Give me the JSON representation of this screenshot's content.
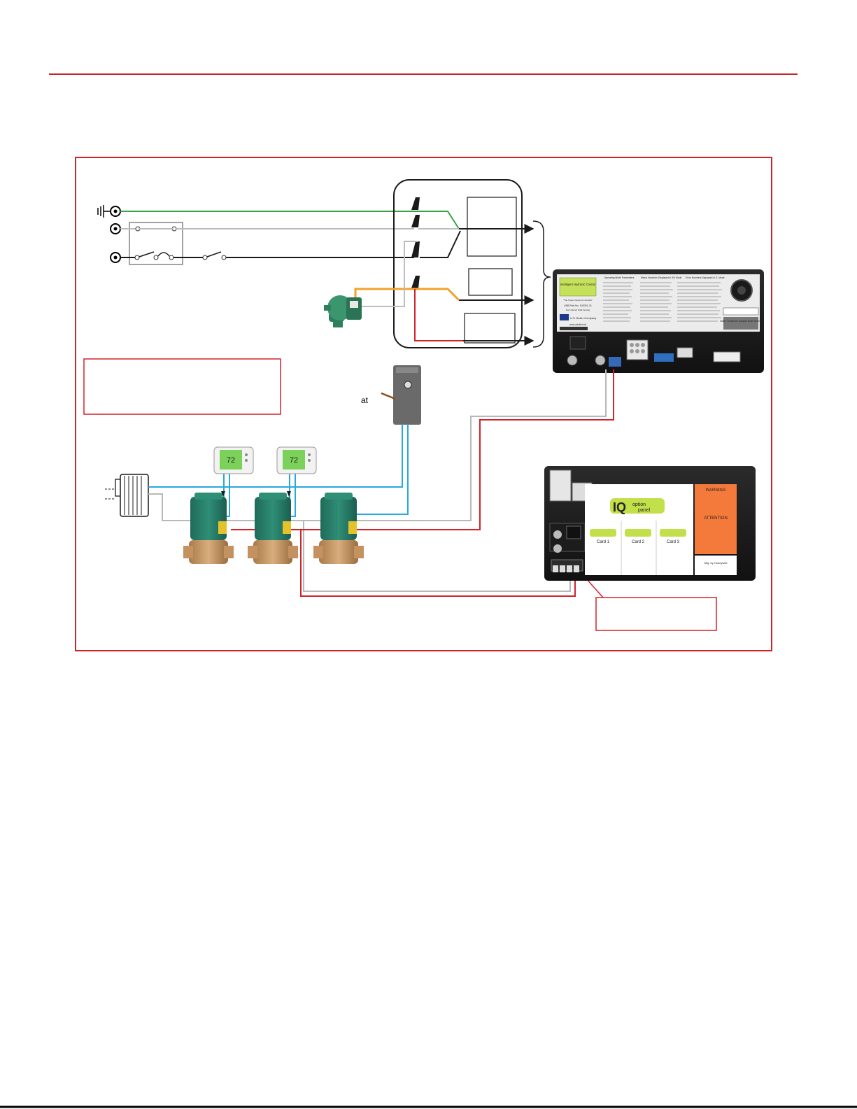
{
  "page": {
    "background": "#ffffff",
    "rule_color": "#c8232c",
    "frame_color": "#d2232a",
    "bottom_rule_color": "#000000"
  },
  "wire_colors": {
    "ground": "#3aa14a",
    "neutral": "#bdbdbd",
    "hot": "#1a1a1a",
    "pump": "#f3a22b",
    "control_red": "#d2232a",
    "thermostat_blue": "#29a8e0",
    "common_gray": "#b8b8b8"
  },
  "labels": {
    "aquastat_fragment": "at"
  },
  "boiler_control": {
    "brand_panel": "Intelligent Hydronic Control",
    "tagline": "\"The Smart Choice for Comfort\"",
    "part_line": "USB Part No. 103001-31",
    "vent_line": "For Induced Draft Venting",
    "company": "U.S. Boiler Company",
    "website": "www.usboiler.net",
    "col1_title": "Operating Mode Parameters",
    "col2_title": "Status Numbers Displayed in 3/4 Mode",
    "col3_title": "Error Numbers Displayed in E- Mode",
    "footer_label": "Boiler Control for Induced Draft Venting"
  },
  "option_panel": {
    "logo_letters": "IQ",
    "logo_word_top": "option",
    "logo_word_bottom": "panel",
    "cards": [
      "Card 1",
      "Card 2",
      "Card 3"
    ],
    "warning_title": "WARNING",
    "attention_title": "ATTENTION",
    "maker": "Mfg. by Honeywell"
  },
  "thermostats": [
    {
      "reading": "72"
    },
    {
      "reading": "72"
    }
  ],
  "icons": [
    "ground-icon",
    "terminal-icon",
    "switch-icon",
    "circulator-pump-icon",
    "relay-contact-icon",
    "thermostat-icon",
    "aquastat-icon",
    "zone-valve-icon",
    "indirect-tank-icon"
  ]
}
